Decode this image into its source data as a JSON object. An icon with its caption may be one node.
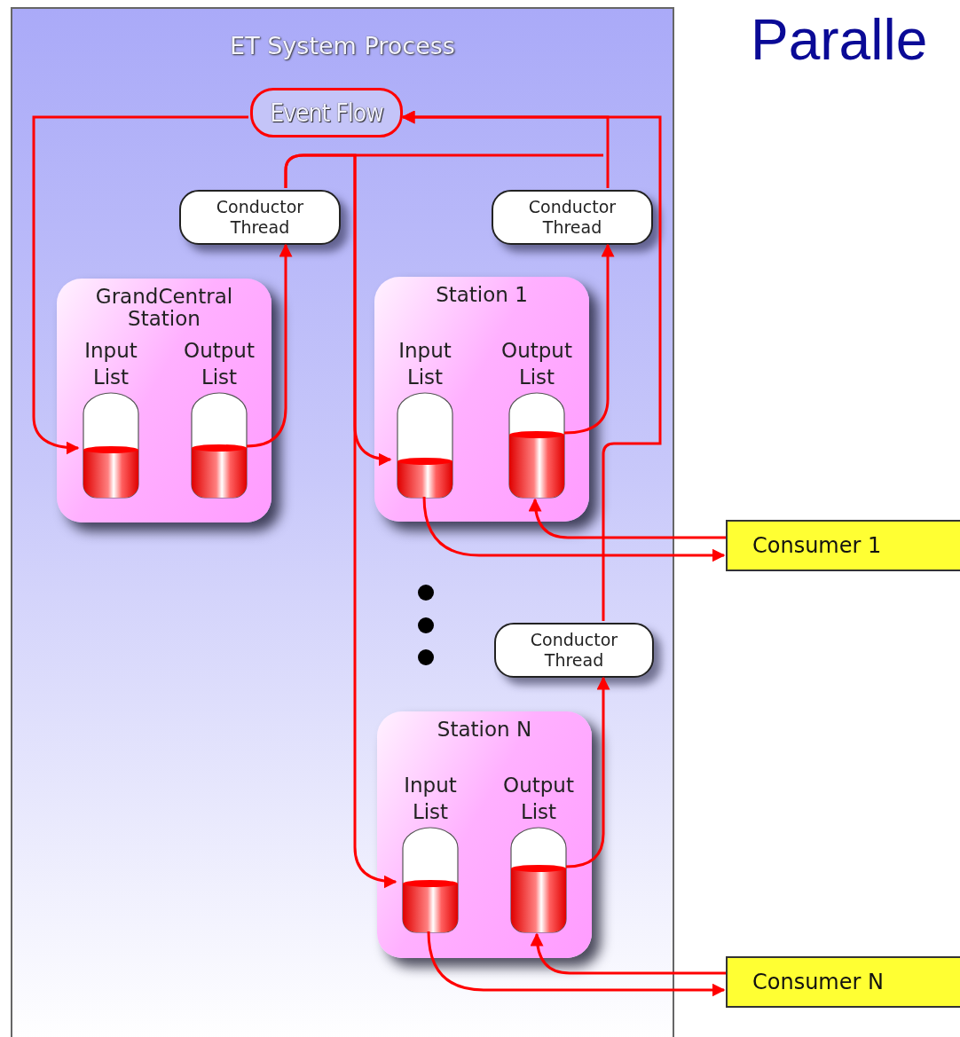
{
  "diagram": {
    "title": "Paralle",
    "nodes": [
      {
        "text": [
          "ET System Process"
        ]
      },
      {
        "text": [
          "Event Flow"
        ],
        "in": 0
      },
      {
        "text": [
          "Conductor Thread"
        ],
        "in": 0
      },
      {
        "text": [
          "Conductor Thread"
        ],
        "in": 0
      },
      {
        "text": [
          "GrandCentral Station"
        ],
        "in": 0
      },
      {
        "text": [
          "Input List"
        ],
        "in": 4
      },
      {
        "text": [
          "Output List"
        ],
        "in": 4
      },
      {
        "text": [
          "Station 1"
        ],
        "in": 0
      },
      {
        "text": [
          "Input List"
        ],
        "in": 7
      },
      {
        "text": [
          "Output List"
        ],
        "in": 7
      },
      {
        "text": [
          "Conductor Thread"
        ],
        "in": 0
      },
      {
        "text": [
          "Station N"
        ],
        "in": 0
      },
      {
        "text": [
          "Input List"
        ],
        "in": 11
      },
      {
        "text": [
          "Output List"
        ],
        "in": 11
      },
      {
        "text": [
          "Consumer 1"
        ]
      },
      {
        "text": [
          "Consumer N"
        ]
      }
    ],
    "edges": [
      {
        "from": 1,
        "to": 5,
        "arrow": "to"
      },
      {
        "from": 6,
        "to": 2,
        "arrow": "to"
      },
      {
        "from": 2,
        "to": 8,
        "arrow": "to"
      },
      {
        "from": 2,
        "to": 12,
        "arrow": "to"
      },
      {
        "from": 9,
        "to": 3,
        "arrow": "to"
      },
      {
        "from": 3,
        "to": 1,
        "arrow": "to"
      },
      {
        "from": 13,
        "to": 10,
        "arrow": "to"
      },
      {
        "from": 10,
        "to": 1,
        "arrow": "to"
      },
      {
        "from": 8,
        "to": 14,
        "arrow": "to"
      },
      {
        "from": 14,
        "to": 9,
        "arrow": "to"
      },
      {
        "from": 12,
        "to": 15,
        "arrow": "to"
      },
      {
        "from": 15,
        "to": 13,
        "arrow": "to"
      }
    ]
  }
}
